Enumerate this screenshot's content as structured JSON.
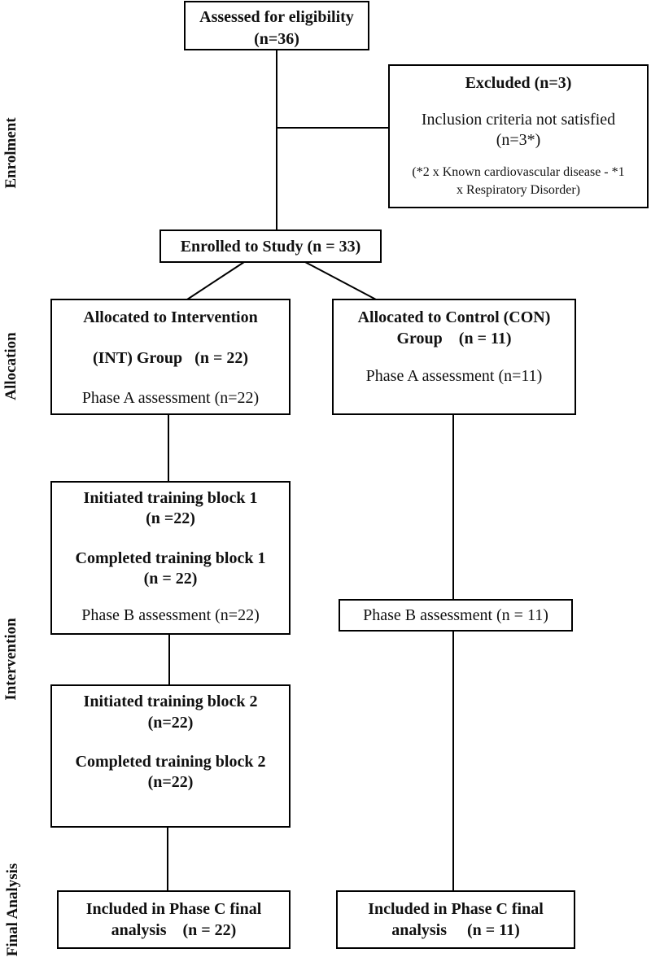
{
  "stages": {
    "enrolment": "Enrolment",
    "allocation": "Allocation",
    "intervention": "Intervention",
    "final_analysis": "Final Analysis"
  },
  "eligibility": {
    "title": "Assessed for eligibility",
    "n": "(n=36)"
  },
  "excluded": {
    "title": "Excluded (n=3)",
    "reason": "Inclusion criteria not satisfied",
    "reason_n": "(n=3*)",
    "note_line1": "(*2 x Known cardiovascular disease - *1",
    "note_line2": "x Respiratory Disorder)"
  },
  "enrolled": {
    "title": "Enrolled to Study (n = 33)"
  },
  "intervention_group": {
    "title_line1": "Allocated to Intervention",
    "title_line2": "(INT) Group   (n = 22)",
    "phase_a": "Phase A assessment (n=22)"
  },
  "control_group": {
    "title_line1": "Allocated to Control (CON)",
    "title_line2": "Group    (n = 11)",
    "phase_a": "Phase A assessment (n=11)"
  },
  "block1": {
    "initiated": "Initiated training block 1",
    "initiated_n": "(n =22)",
    "completed": "Completed training block 1",
    "completed_n": "(n = 22)",
    "phase_b": "Phase B assessment (n=22)"
  },
  "control_phase_b": {
    "label": "Phase B assessment (n = 11)"
  },
  "block2": {
    "initiated": "Initiated training block 2",
    "initiated_n": "(n=22)",
    "completed": "Completed training block 2",
    "completed_n": "(n=22)"
  },
  "final_int": {
    "line1": "Included in Phase C final",
    "line2": "analysis    (n = 22)"
  },
  "final_con": {
    "line1": "Included in Phase C final",
    "line2": "analysis     (n = 11)"
  }
}
